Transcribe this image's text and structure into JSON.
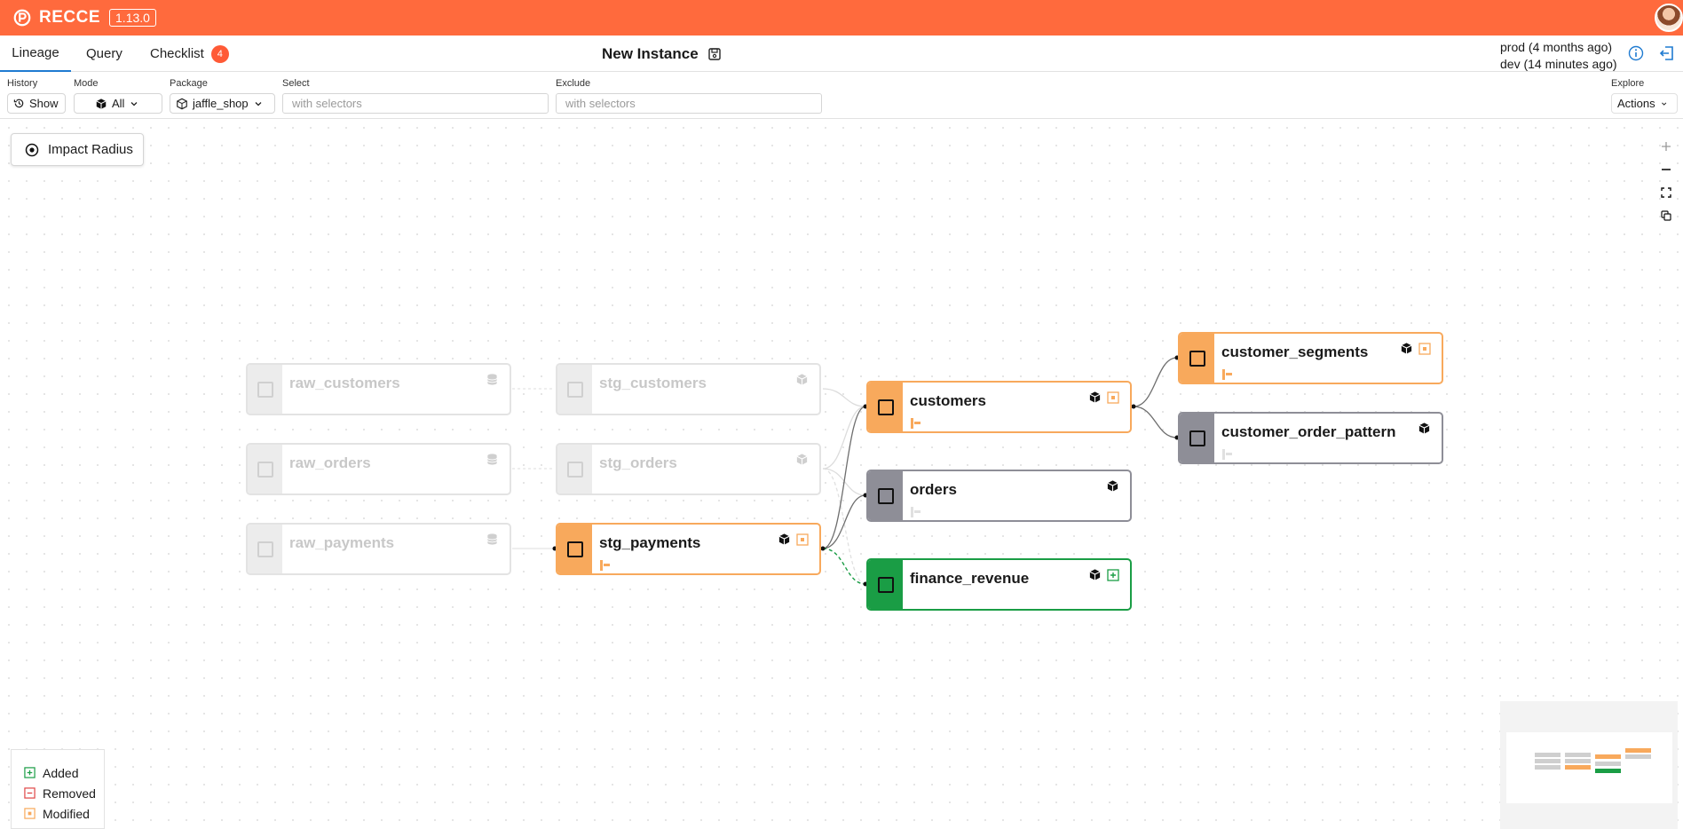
{
  "app": {
    "name": "RECCE",
    "version": "1.13.0"
  },
  "tabs": [
    {
      "label": "Lineage",
      "active": true
    },
    {
      "label": "Query",
      "active": false
    },
    {
      "label": "Checklist",
      "active": false,
      "badge": "4"
    }
  ],
  "instance": {
    "title": "New Instance"
  },
  "env": {
    "prod": "prod (4 months ago)",
    "dev": "dev (14 minutes ago)"
  },
  "filters": {
    "history": {
      "label": "History",
      "value": "Show"
    },
    "mode": {
      "label": "Mode",
      "value": "All"
    },
    "package": {
      "label": "Package",
      "value": "jaffle_shop"
    },
    "select": {
      "label": "Select",
      "placeholder": "with selectors"
    },
    "exclude": {
      "label": "Exclude",
      "placeholder": "with selectors"
    },
    "explore": {
      "label": "Explore",
      "value": "Actions"
    }
  },
  "impact_radius": {
    "label": "Impact Radius"
  },
  "nodes": [
    {
      "id": "raw_customers",
      "label": "raw_customers",
      "status": "faded",
      "type_icon": "database-icon"
    },
    {
      "id": "raw_orders",
      "label": "raw_orders",
      "status": "faded",
      "type_icon": "database-icon"
    },
    {
      "id": "raw_payments",
      "label": "raw_payments",
      "status": "faded",
      "type_icon": "database-icon"
    },
    {
      "id": "stg_customers",
      "label": "stg_customers",
      "status": "faded",
      "type_icon": "cube-icon"
    },
    {
      "id": "stg_orders",
      "label": "stg_orders",
      "status": "faded",
      "type_icon": "cube-icon"
    },
    {
      "id": "stg_payments",
      "label": "stg_payments",
      "status": "modified",
      "type_icon": "cube-icon"
    },
    {
      "id": "customers",
      "label": "customers",
      "status": "modified",
      "type_icon": "cube-icon"
    },
    {
      "id": "orders",
      "label": "orders",
      "status": "neutral",
      "type_icon": "cube-icon"
    },
    {
      "id": "finance_revenue",
      "label": "finance_revenue",
      "status": "added",
      "type_icon": "cube-icon"
    },
    {
      "id": "customer_segments",
      "label": "customer_segments",
      "status": "modified",
      "type_icon": "cube-icon"
    },
    {
      "id": "customer_order_pattern",
      "label": "customer_order_pattern",
      "status": "neutral",
      "type_icon": "cube-icon"
    }
  ],
  "legend": [
    {
      "label": "Added",
      "color": "#1a9d45"
    },
    {
      "label": "Removed",
      "color": "#e04646"
    },
    {
      "label": "Modified",
      "color": "#f8a95c"
    }
  ],
  "colors": {
    "brand": "#ff6a3d",
    "modified": "#f8a95c",
    "added": "#1a9d45",
    "removed": "#e04646",
    "neutral": "#8e8e97",
    "tab_active": "#1f7bd1"
  }
}
